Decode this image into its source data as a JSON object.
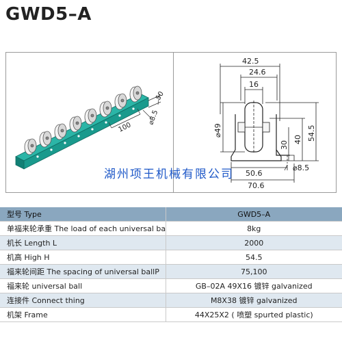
{
  "title": "GWD5–A",
  "watermark": "湖州项王机械有限公司",
  "drawing": {
    "iso_labels": {
      "spacing": "100",
      "width": "50",
      "hole": "⌀8.5"
    },
    "dim_labels": {
      "d42": "42.5",
      "d24": "24.6",
      "d16": "16",
      "d49": "⌀49",
      "d30": "30",
      "d40": "40",
      "d54": "54.5",
      "d50": "50.6",
      "d70": "70.6",
      "hole": "⌀8.5"
    }
  },
  "spec_table": {
    "rows": [
      {
        "label": "型号 Type",
        "value": "GWD5–A"
      },
      {
        "label": "单福来轮承重 The load of each universal ball",
        "value": "8kg"
      },
      {
        "label": "机长 Length L",
        "value": "2000"
      },
      {
        "label": "机高 High H",
        "value": "54.5"
      },
      {
        "label": "福来轮间距 The spacing of universal ballP",
        "value": "75,100"
      },
      {
        "label": "福来轮 universal ball",
        "value": "GB–02A 49X16 镀锌 galvanized"
      },
      {
        "label": "连接件 Connect thing",
        "value": "M8X38 镀锌 galvanized"
      },
      {
        "label": "机架 Frame",
        "value": "44X25X2 ( 喷塑 spurted plastic)"
      }
    ]
  },
  "colors": {
    "rail": "#1fa79a",
    "rail_dark": "#12776d",
    "header": "#8aa7bf",
    "stripe": "#dfe8f0",
    "watermark": "#1f59c8"
  }
}
